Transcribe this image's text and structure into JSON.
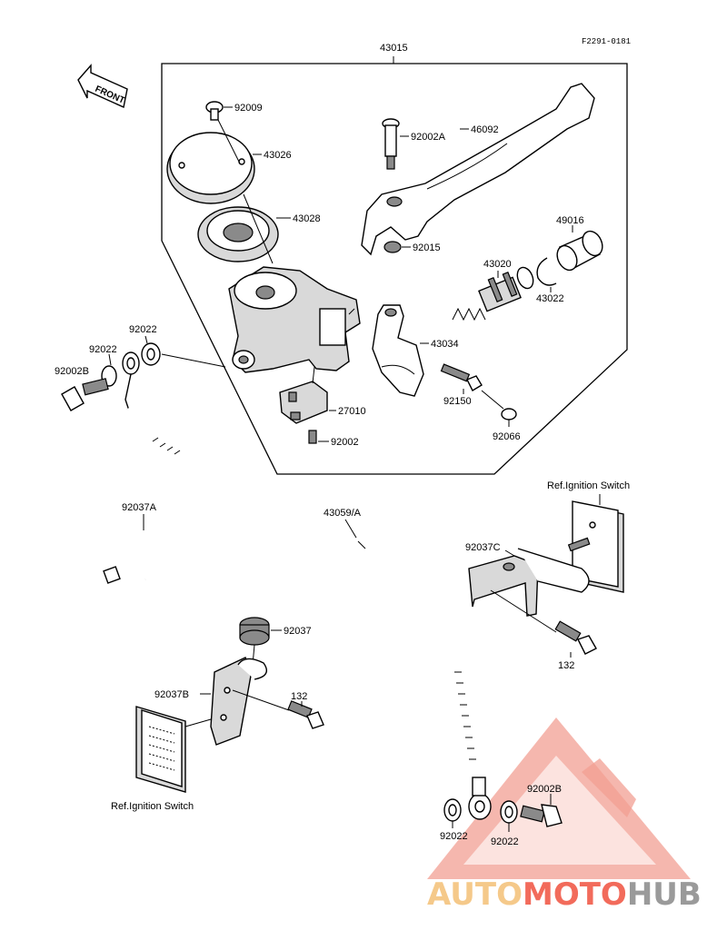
{
  "drawing_code": "F2291-0181",
  "front_label": "FRONT",
  "part_numbers": {
    "assembly": "43015",
    "cap_screw": "92009",
    "cap": "43026",
    "diaphragm": "43028",
    "pivot_bolt": "92002A",
    "lever": "46092",
    "lever_nut": "92015",
    "piston_assy": "43020",
    "boot": "49016",
    "circlip": "43022",
    "holder": "43034",
    "clamp_bolt": "92150",
    "cap_plug": "92066",
    "switch": "27010",
    "switch_screw": "92002",
    "washer_top": "92022",
    "washer_mid": "92022",
    "banjo_bolt_top": "92002B",
    "hose": "43059/A",
    "band": "92037A",
    "bracket_c": "92037C",
    "bolt_c": "132",
    "damper": "92037",
    "bracket_b": "92037B",
    "bolt_b": "132",
    "washer_bottom_left": "92022",
    "washer_bottom_right": "92022",
    "banjo_bolt_bottom": "92002B"
  },
  "references": {
    "ignition_switch_top": "Ref.Ignition Switch",
    "ignition_switch_bottom": "Ref.Ignition Switch"
  },
  "watermark": {
    "part1": "AUTO",
    "part2": "MOTO",
    "part3": "HUB",
    "color_part1": "#f5c98a",
    "color_part2": "#f26b5b",
    "color_part3": "#9a9a9a",
    "triangle_color": "#f08f80"
  }
}
